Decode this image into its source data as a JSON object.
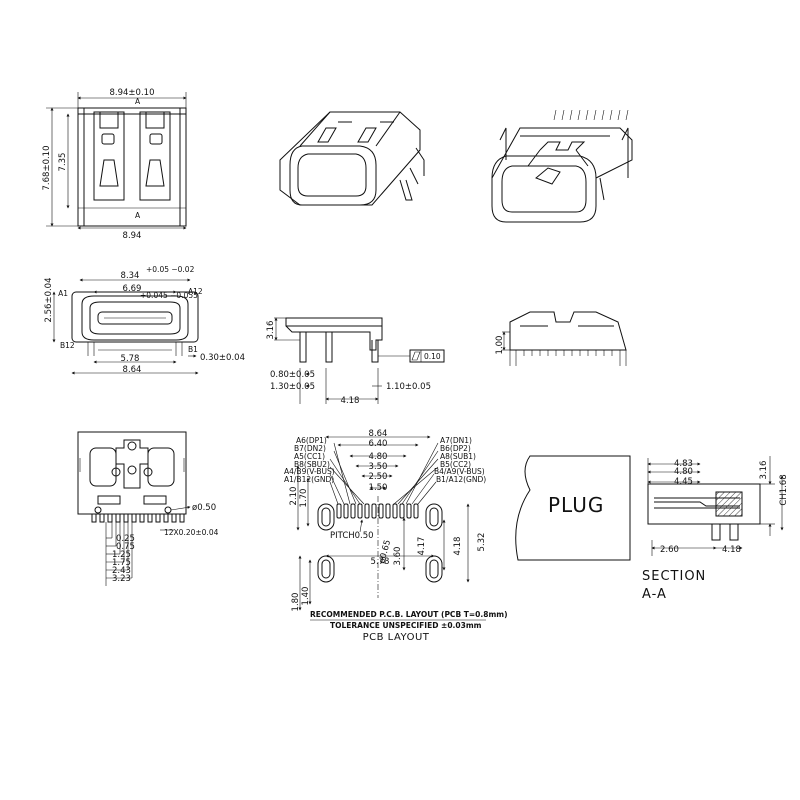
{
  "top_view": {
    "width_label": "8.94±0.10",
    "section_top": "A",
    "section_bottom": "A",
    "bottom_width": "8.94",
    "height_outer": "7.68±0.10",
    "height_inner": "7.35"
  },
  "front_view": {
    "depth_label": "2.56±0.04",
    "outer_width": "8.34",
    "outer_tol": "+0.05 −0.02",
    "inner_width": "6.69",
    "inner_tol": "+0.045 −0.055",
    "pin_span": "5.78",
    "base_width": "8.64",
    "pin_width": "0.30±0.04",
    "corner_tl": "A1",
    "corner_tr": "A12",
    "corner_bl": "B12",
    "corner_br": "B1"
  },
  "side_view": {
    "height": "3.16",
    "lead_a": "0.80±0.05",
    "lead_b": "1.30±0.05",
    "spacing": "4.18",
    "lead_c": "1.10±0.05",
    "flatness": "0.10"
  },
  "rear_view": {
    "height": "1.00"
  },
  "bottom_view": {
    "hole": "ø0.50",
    "pitch": "12X0.20±0.04",
    "dims": [
      "0.25",
      "0.75",
      "1.25",
      "1.75",
      "2.43",
      "3.23"
    ]
  },
  "pcb_layout": {
    "left_labels": [
      "A6(DP1)",
      "B7(DN2)",
      "A5(CC1)",
      "B8(SBU2)",
      "A4/B9(V-BUS)",
      "A1/B12(GND)"
    ],
    "right_labels": [
      "A7(DN1)",
      "B6(DP2)",
      "A8(SUB1)",
      "B5(CC2)",
      "B4/A9(V-BUS)",
      "B1/A12(GND)"
    ],
    "widths": [
      "8.64",
      "6.40",
      "4.80",
      "3.50",
      "2.50",
      "1.50"
    ],
    "h_left_outer": "2.10",
    "h_left_inner": "1.70",
    "pitch": "PITCH0.50",
    "pad_dia": "ø0.65",
    "v_a": "3.60",
    "v_b": "4.17",
    "v_c": "4.18",
    "v_d": "5.32",
    "span": "5.78",
    "slot_outer": "1.80",
    "slot_inner": "1.40",
    "note1": "RECOMMENDED  P.C.B. LAYOUT  (PCB T=0.8mm)",
    "note2": "TOLERANCE UNSPECIFIED ±0.03mm",
    "title": "PCB LAYOUT"
  },
  "section_view": {
    "plug": "PLUG",
    "w1": "4.83",
    "w2": "4.80",
    "w3": "4.45",
    "h1": "3.16",
    "h2": "CH1.68",
    "b1": "2.60",
    "b2": "4.18",
    "title1": "SECTION",
    "title2": "A-A"
  }
}
